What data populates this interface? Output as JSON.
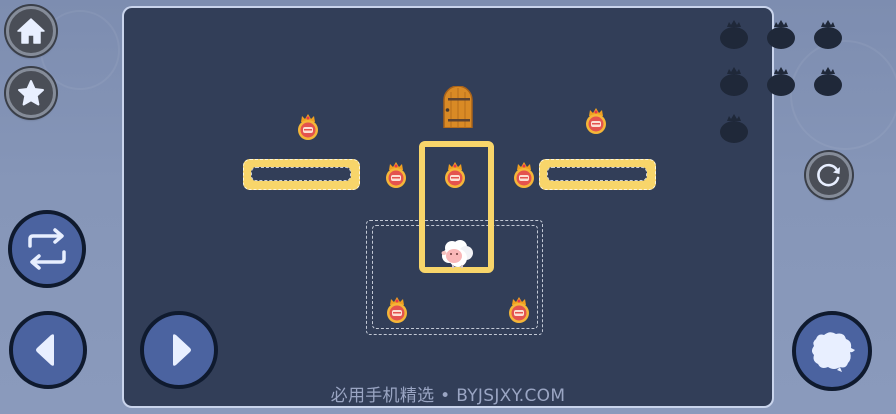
{
  "colors": {
    "background": "#8090b3",
    "board": "#323e58",
    "board_border": "#c9d4ec",
    "bar_yellow": "#f8d56a",
    "button_grey": "#4a4e57",
    "button_blue": "#4b63a0",
    "bomb_silhouette": "#1f2839",
    "icon_fill": "#e8efff"
  },
  "top_left_buttons": [
    {
      "name": "home",
      "icon": "home-icon"
    },
    {
      "name": "favorites",
      "icon": "star-icon"
    }
  ],
  "right_buttons": [
    {
      "name": "restart",
      "icon": "restart-icon"
    }
  ],
  "controls": {
    "swap": {
      "icon": "swap-arrows-icon"
    },
    "left": {
      "icon": "arrow-left-icon"
    },
    "right": {
      "icon": "arrow-right-icon"
    },
    "jump": {
      "icon": "sheep-silhouette-icon"
    }
  },
  "collectibles_remaining": {
    "total": 7,
    "icon": "bomb-bag-icon",
    "rows": [
      3,
      3,
      1
    ]
  },
  "level": {
    "door": {
      "icon": "door-icon"
    },
    "player": {
      "icon": "sheep-icon"
    },
    "coins": [
      {
        "id": 1,
        "icon": "crown-coin-icon"
      },
      {
        "id": 2,
        "icon": "crown-coin-icon"
      },
      {
        "id": 3,
        "icon": "crown-coin-icon"
      },
      {
        "id": 4,
        "icon": "crown-coin-icon"
      },
      {
        "id": 5,
        "icon": "crown-coin-icon"
      },
      {
        "id": 6,
        "icon": "crown-coin-icon"
      },
      {
        "id": 7,
        "icon": "crown-coin-icon"
      }
    ]
  },
  "watermark": "必用手机精选 • BYJSJXY.COM"
}
